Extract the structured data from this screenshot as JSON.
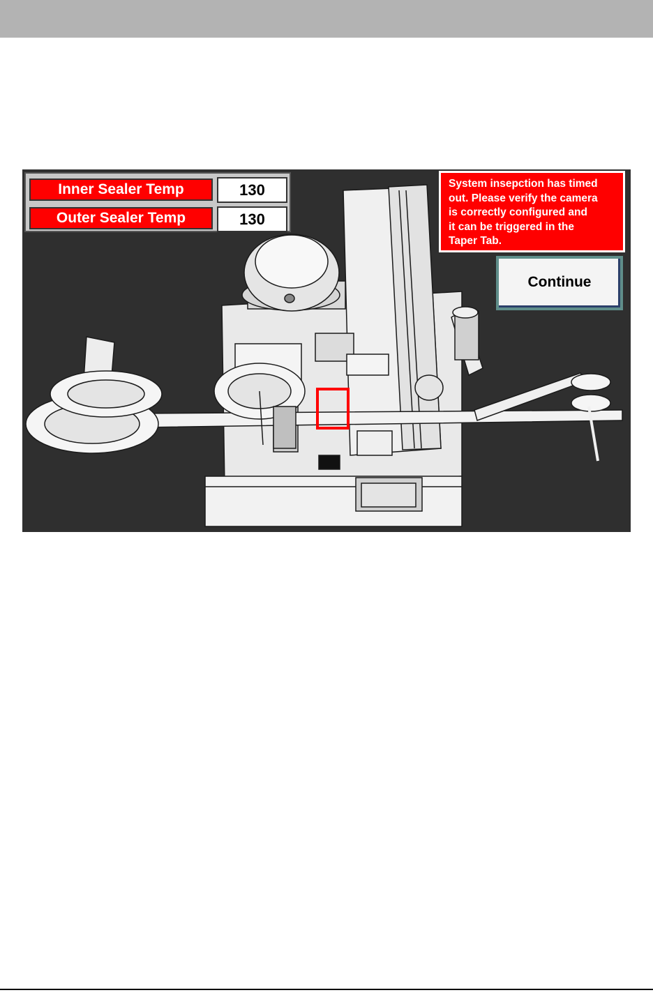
{
  "hmi": {
    "temperatures": [
      {
        "label": "Inner Sealer Temp",
        "value": "130"
      },
      {
        "label": "Outer Sealer Temp",
        "value": "130"
      }
    ],
    "alert": {
      "lines": [
        "System insepction has timed",
        "out.  Please verify the camera",
        "is correctly configured and",
        "it can be triggered in the",
        "Taper Tab."
      ]
    },
    "continue_label": "Continue"
  },
  "colors": {
    "alert_red": "#ff0000",
    "hmi_background": "#2f2f2f",
    "header_gray": "#b3b3b3"
  }
}
